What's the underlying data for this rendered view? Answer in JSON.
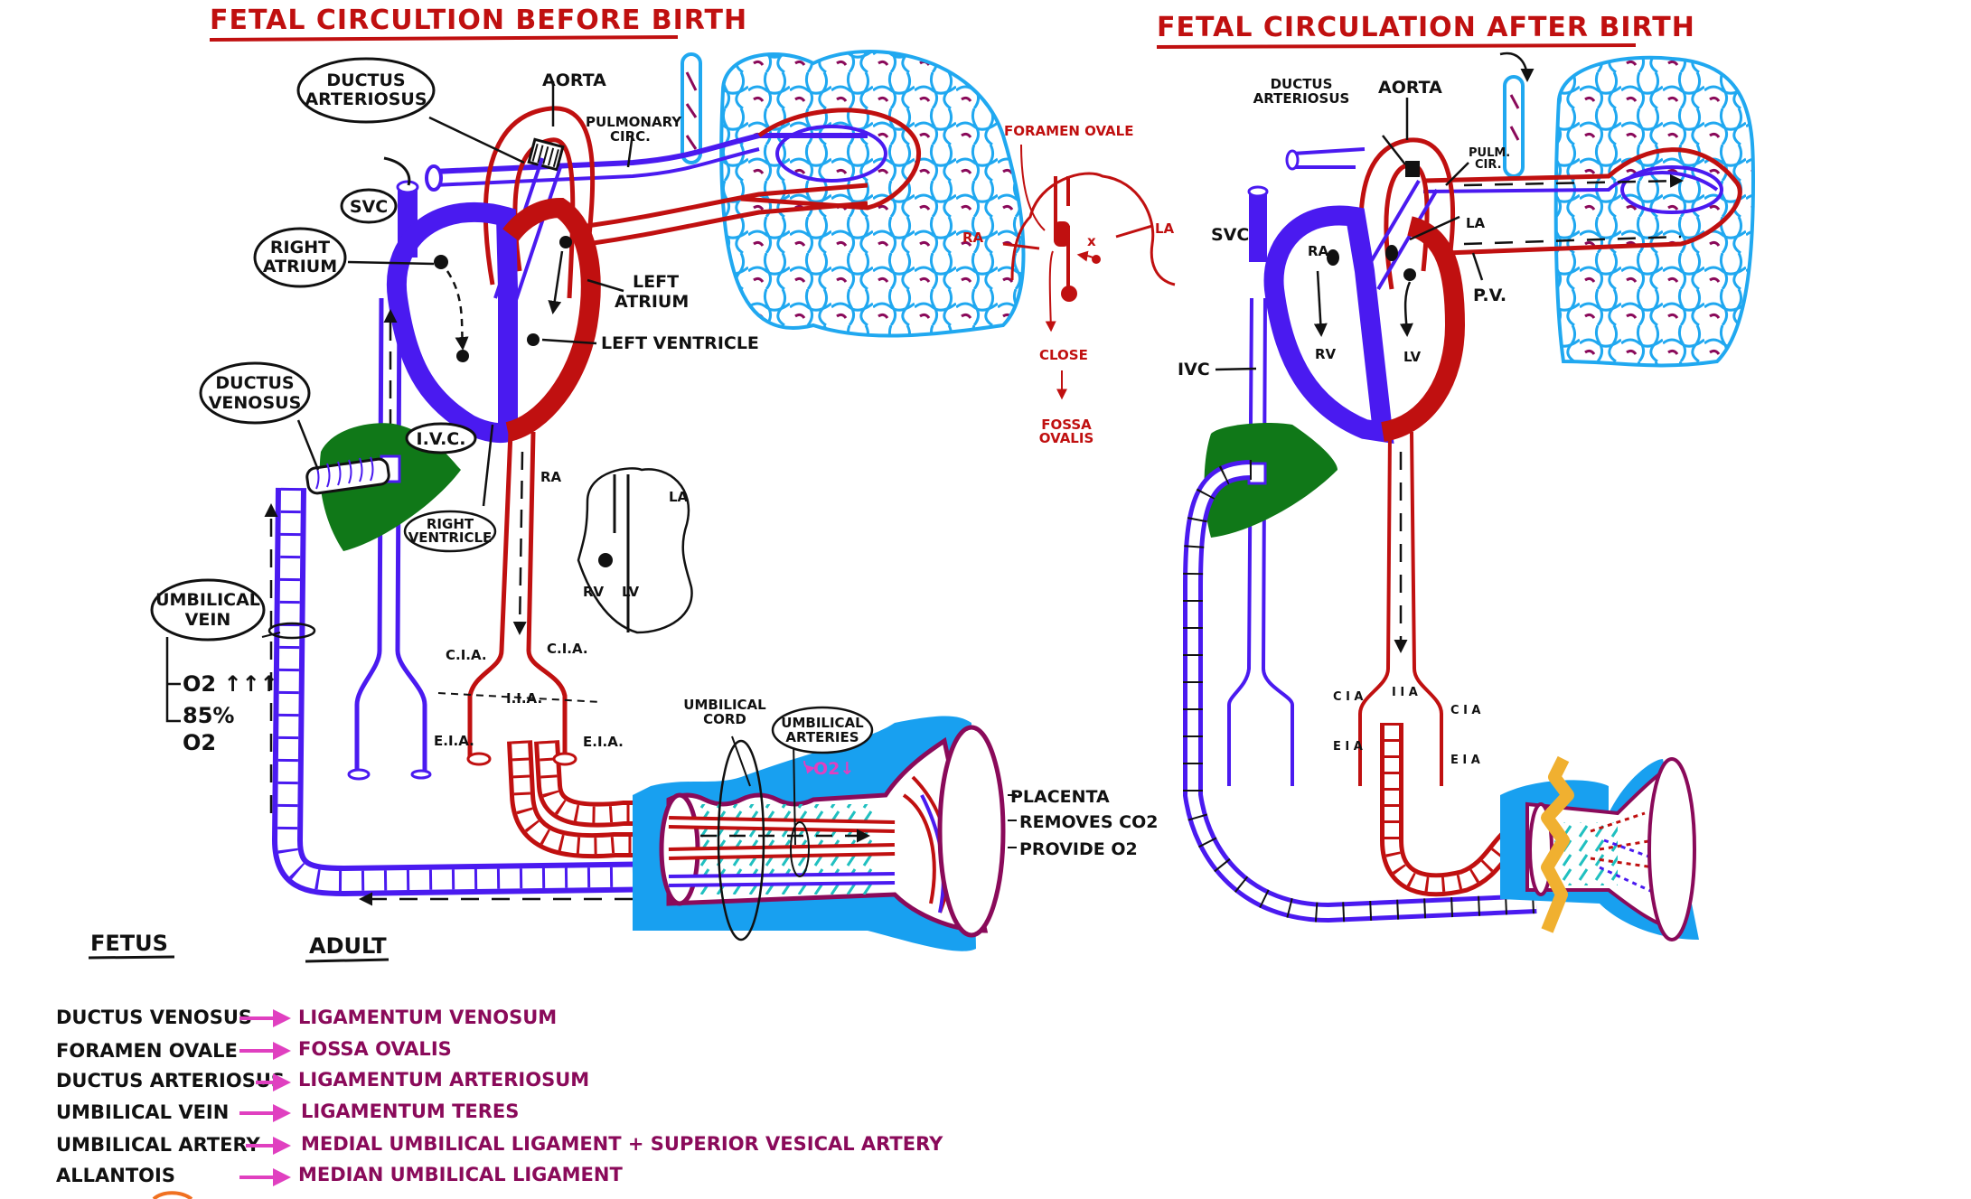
{
  "titles": {
    "before": "FETAL CIRCULTION BEFORE BIRTH",
    "after": "FETAL CIRCULATION AFTER BIRTH"
  },
  "before": {
    "ductus_arteriosus": [
      "DUCTUS",
      "ARTERIOSUS"
    ],
    "aorta": "AORTA",
    "pulmonary_circ": [
      "PULMONARY",
      "CIRC."
    ],
    "svc": "SVC",
    "right_atrium": [
      "RIGHT",
      "ATRIUM"
    ],
    "left_atrium": [
      "LEFT",
      "ATRIUM"
    ],
    "left_ventricle": "LEFT VENTRICLE",
    "ductus_venosus": [
      "DUCTUS",
      "VENOSUS"
    ],
    "ivc": "I.V.C.",
    "right_ventricle": [
      "RIGHT",
      "VENTRICLE"
    ],
    "umbilical_vein": [
      "UMBILICAL",
      "VEIN"
    ],
    "o2_high": "O2 ↑↑↑",
    "o2_percent": "85%",
    "o2": "O2",
    "cia_left": "C.I.A.",
    "cia_right": "C.I.A.",
    "iia": "I.I.A.",
    "eia_left": "E.I.A.",
    "eia_right": "E.I.A.",
    "inset": {
      "ra": "RA",
      "la": "LA",
      "rv": "RV",
      "lv": "LV"
    },
    "umbilical_cord": [
      "UMBILICAL",
      "CORD"
    ],
    "umbilical_arteries": [
      "UMBILICAL",
      "ARTERIES"
    ],
    "o2_down": "O2↓",
    "placenta": "PLACENTA",
    "removes_co2": "REMOVES CO2",
    "provide_o2": "PROVIDE O2"
  },
  "foramen": {
    "title": "FORAMEN OVALE",
    "ra": "RA",
    "la": "LA",
    "x_mark": "x",
    "close": "CLOSE",
    "fossa": [
      "FOSSA",
      "OVALIS"
    ]
  },
  "after": {
    "ductus_arteriosus": [
      "DUCTUS",
      "ARTERIOSUS"
    ],
    "aorta": "AORTA",
    "pulm_cir": [
      "PULM.",
      "CIR."
    ],
    "svc": "SVC",
    "ra": "RA",
    "la": "LA",
    "rv": "RV",
    "lv": "LV",
    "pv": "P.V.",
    "ivc": "IVC",
    "cia_left": "C I A",
    "eia_left": "E I A",
    "iia": "I I A",
    "cia_right": "C I A",
    "eia_right": "E I A"
  },
  "table": {
    "fetus_header": "FETUS",
    "adult_header": "ADULT",
    "rows": [
      {
        "fetus": "DUCTUS VENOSUS",
        "adult": "LIGAMENTUM VENOSUM"
      },
      {
        "fetus": "FORAMEN OVALE",
        "adult": "FOSSA OVALIS"
      },
      {
        "fetus": "DUCTUS ARTERIOSUS",
        "adult": "LIGAMENTUM ARTERIOSUM"
      },
      {
        "fetus": "UMBILICAL VEIN",
        "adult": "LIGAMENTUM TERES"
      },
      {
        "fetus": "UMBILICAL ARTERY",
        "adult": "MEDIAL UMBILICAL LIGAMENT + SUPERIOR VESICAL ARTERY"
      },
      {
        "fetus": "ALLANTOIS",
        "adult": "MEDIAN UMBILICAL LIGAMENT"
      }
    ]
  },
  "colors": {
    "oxygenated": "#c01010",
    "deoxygenated": "#4a1af0",
    "liver": "#107818",
    "lung": "#20a8f0",
    "placenta_outline": "#8a0a5a",
    "amnion": "#18a0f0",
    "wharton": "#20c0c0",
    "clamp": "#f0b030",
    "arrow_pink": "#e040c0"
  }
}
